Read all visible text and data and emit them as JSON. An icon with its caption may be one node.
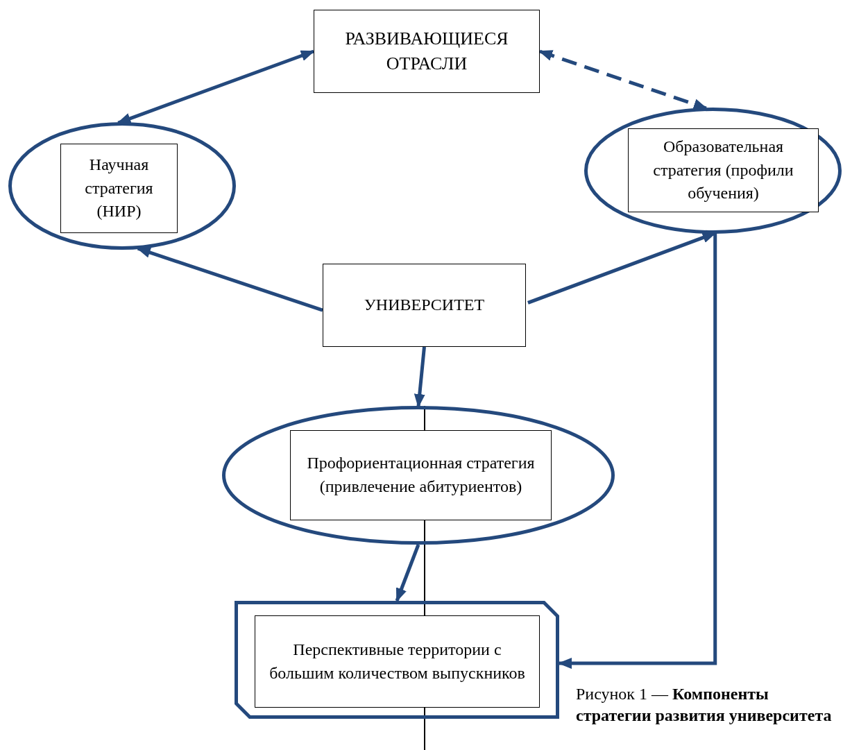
{
  "diagram": {
    "caption": "Рисунок 1 — **Компоненты стратегии развития университета**",
    "nodes": [
      {
        "text": [
          "РАЗВИВАЮЩИЕСЯ ОТРАСЛИ"
        ]
      },
      {
        "text": [],
        "shape": "ellipse"
      },
      {
        "text": [
          "Научная стратегия (НИР)"
        ],
        "in": 1
      },
      {
        "text": [],
        "shape": "ellipse"
      },
      {
        "text": [
          "Образовательная стратегия (профили обучения)"
        ],
        "in": 3
      },
      {
        "text": [
          "УНИВЕРСИТЕТ"
        ]
      },
      {
        "text": [],
        "shape": "ellipse"
      },
      {
        "text": [
          "Профориентационная стратегия (привлечение абитуриентов)"
        ],
        "in": 6
      },
      {
        "text": [],
        "shape": "octagon"
      },
      {
        "text": [
          "Перспективные территории с большим количеством выпускников"
        ],
        "in": 8
      }
    ],
    "edges": [
      {
        "from": 0,
        "to": 1,
        "arrow": "both"
      },
      {
        "from": 0,
        "to": 3,
        "arrow": "both",
        "style": "dashed"
      },
      {
        "from": 5,
        "to": 1,
        "arrow": "to"
      },
      {
        "from": 5,
        "to": 3,
        "arrow": "to"
      },
      {
        "from": 5,
        "to": 6,
        "arrow": "to"
      },
      {
        "from": 6,
        "to": 8,
        "arrow": "to"
      },
      {
        "from": 3,
        "to": 8,
        "arrow": "to"
      }
    ]
  }
}
